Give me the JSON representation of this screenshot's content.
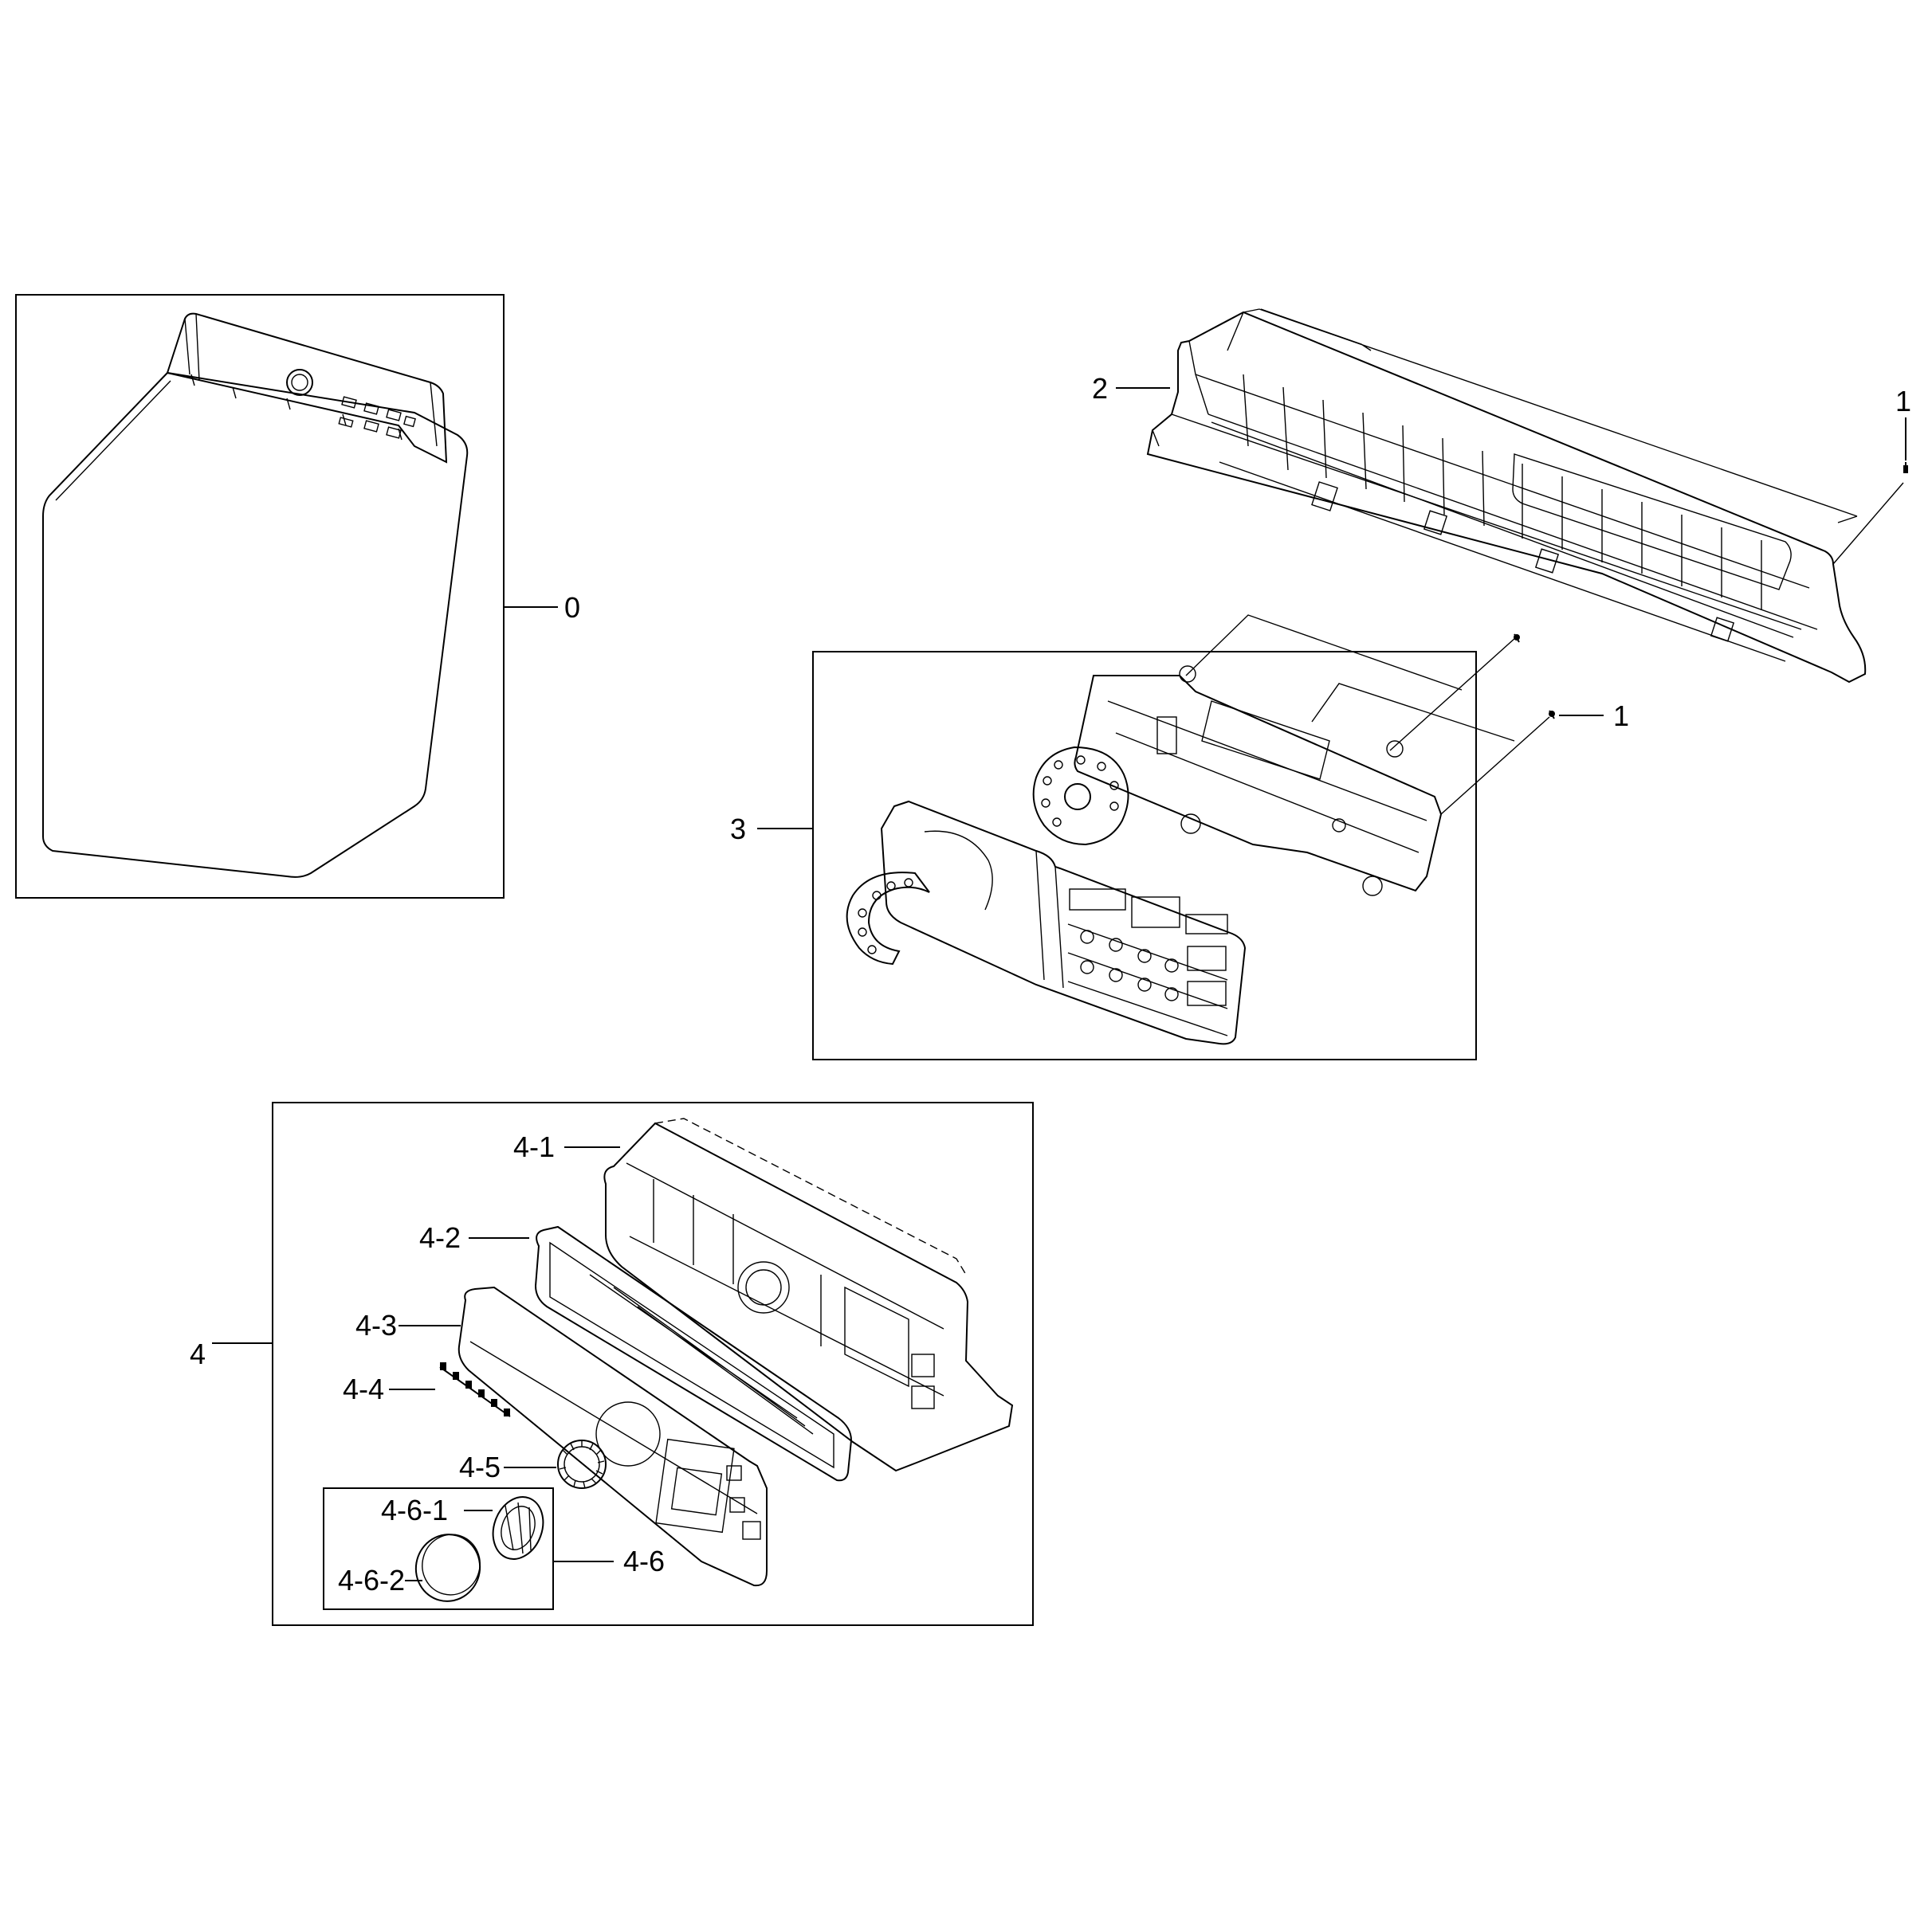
{
  "callouts": {
    "c0": "0",
    "c1a": "1",
    "c1b": "1",
    "c2": "2",
    "c3": "3",
    "c4": "4",
    "c4_1": "4-1",
    "c4_2": "4-2",
    "c4_3": "4-3",
    "c4_4": "4-4",
    "c4_5": "4-5",
    "c4_6": "4-6",
    "c4_6_1": "4-6-1",
    "c4_6_2": "4-6-2"
  },
  "colors": {
    "line": "#000000",
    "background": "#ffffff"
  }
}
